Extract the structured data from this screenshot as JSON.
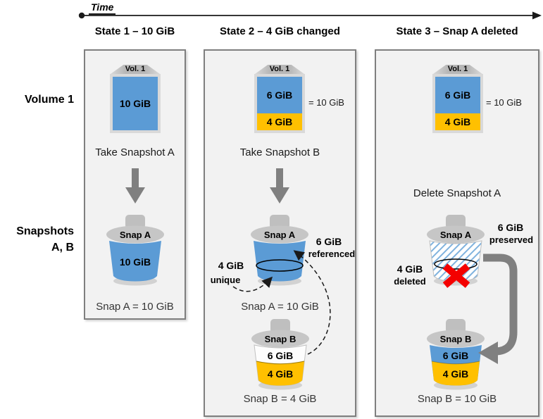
{
  "timeline": {
    "label": "Time"
  },
  "rows": {
    "volume_label": "Volume 1",
    "snapshots_label_line1": "Snapshots",
    "snapshots_label_line2": "A, B"
  },
  "colors": {
    "data_blue": "#5b9bd5",
    "changed_orange": "#ffc000",
    "icon_gray": "#bfbfbf",
    "arrow_gray": "#808080",
    "delete_red": "#ff0000",
    "panel_bg": "#f2f2f2",
    "panel_border": "#7f7f7f"
  },
  "state1": {
    "header": "State 1 – 10 GiB",
    "volume": {
      "title": "Vol. 1",
      "full_label": "10 GiB"
    },
    "action": "Take Snapshot A",
    "snap_a": {
      "name": "Snap A",
      "size_label": "10 GiB",
      "caption": "Snap A = 10 GiB"
    }
  },
  "state2": {
    "header": "State 2 – 4 GiB changed",
    "volume": {
      "title": "Vol. 1",
      "top_label": "6 GiB",
      "bottom_label": "4 GiB",
      "total_label": "= 10 GiB"
    },
    "action": "Take Snapshot B",
    "snap_a": {
      "name": "Snap A",
      "caption": "Snap A = 10 GiB"
    },
    "annotations": {
      "unique_value": "4 GiB",
      "unique_word": "unique",
      "referenced_value": "6 GiB",
      "referenced_word": "referenced"
    },
    "snap_b": {
      "name": "Snap B",
      "top_label": "6 GiB",
      "bottom_label": "4 GiB",
      "caption": "Snap B = 4 GiB"
    }
  },
  "state3": {
    "header": "State 3 – Snap A deleted",
    "volume": {
      "title": "Vol. 1",
      "top_label": "6 GiB",
      "bottom_label": "4 GiB",
      "total_label": "= 10 GiB"
    },
    "action": "Delete Snapshot A",
    "snap_a": {
      "name": "Snap A"
    },
    "annotations": {
      "deleted_value": "4 GiB",
      "deleted_word": "deleted",
      "preserved_value": "6 GiB",
      "preserved_word": "preserved"
    },
    "snap_b": {
      "name": "Snap B",
      "top_label": "6 GiB",
      "bottom_label": "4 GiB",
      "caption": "Snap B = 10 GiB"
    }
  }
}
